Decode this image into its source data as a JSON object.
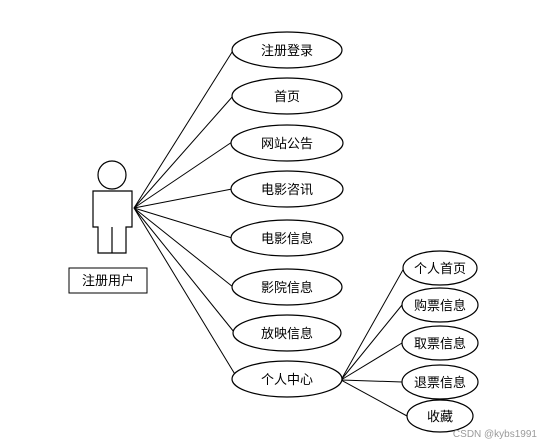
{
  "actor": {
    "label": "注册用户"
  },
  "use_cases": [
    {
      "id": "uc-register-login",
      "label": "注册登录"
    },
    {
      "id": "uc-home",
      "label": "首页"
    },
    {
      "id": "uc-site-announcement",
      "label": "网站公告"
    },
    {
      "id": "uc-movie-news",
      "label": "电影咨讯"
    },
    {
      "id": "uc-movie-info",
      "label": "电影信息"
    },
    {
      "id": "uc-cinema-info",
      "label": "影院信息"
    },
    {
      "id": "uc-screening-info",
      "label": "放映信息"
    },
    {
      "id": "uc-personal-center",
      "label": "个人中心"
    }
  ],
  "sub_use_cases": [
    {
      "id": "uc-personal-home",
      "label": "个人首页"
    },
    {
      "id": "uc-purchase-info",
      "label": "购票信息"
    },
    {
      "id": "uc-pickup-info",
      "label": "取票信息"
    },
    {
      "id": "uc-refund-info",
      "label": "退票信息"
    },
    {
      "id": "uc-favorites",
      "label": "收藏"
    }
  ],
  "watermark": "CSDN @kybs1991"
}
